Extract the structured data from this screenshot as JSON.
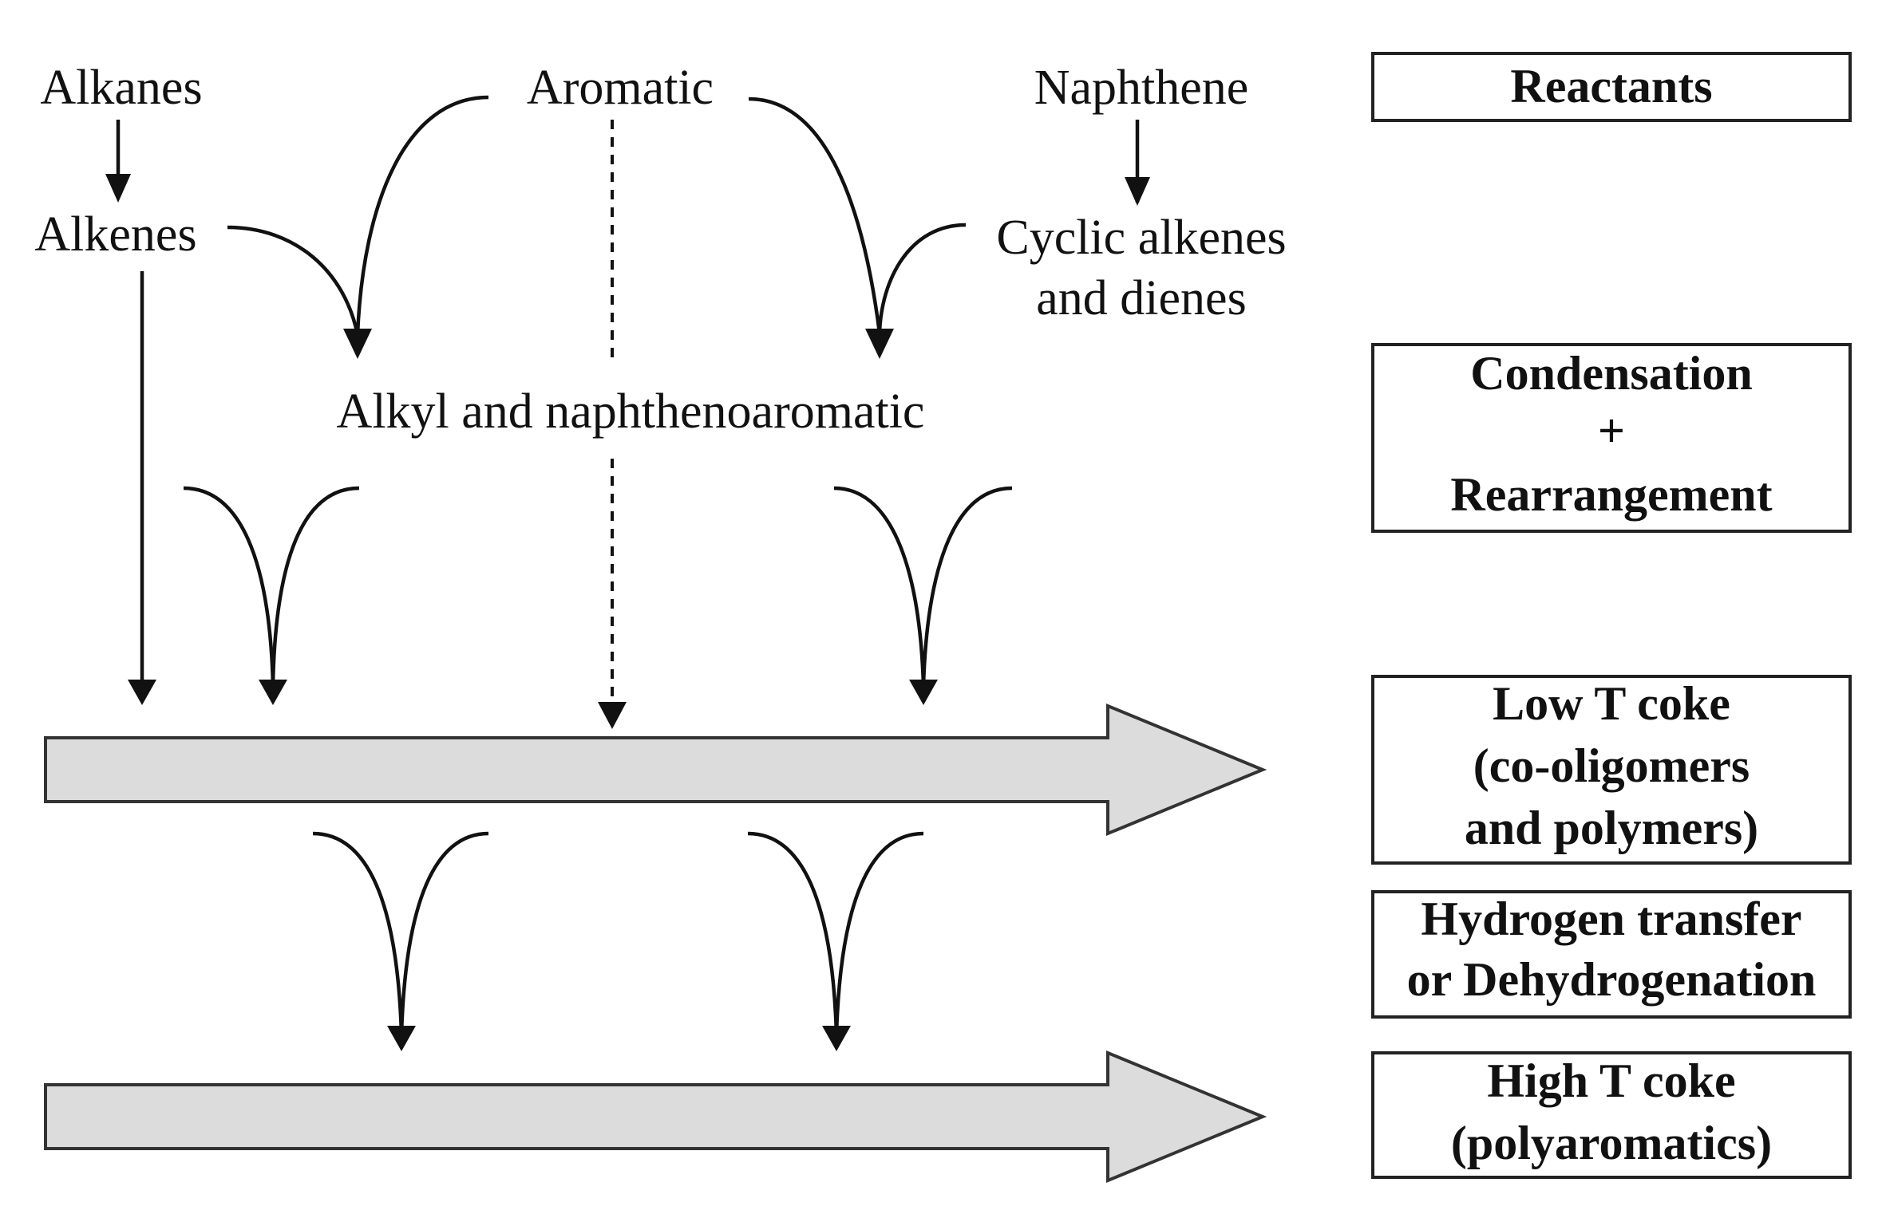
{
  "reactants": {
    "alkanes": "Alkanes",
    "aromatic": "Aromatic",
    "naphthene": "Naphthene",
    "alkenes": "Alkenes",
    "cyclic_line1": "Cyclic alkenes",
    "cyclic_line2": "and dienes",
    "alkyl": "Alkyl and naphthenoaromatic"
  },
  "stages": {
    "reactants": "Reactants",
    "condensation_line1": "Condensation",
    "condensation_line2": "+",
    "condensation_line3": "Rearrangement",
    "low_t_line1": "Low T coke",
    "low_t_line2": "(co-oligomers",
    "low_t_line3": "and polymers)",
    "hydrogen_line1": "Hydrogen transfer",
    "hydrogen_line2": "or Dehydrogenation",
    "high_t_line1": "High T coke",
    "high_t_line2": "(polyaromatics)"
  },
  "colors": {
    "arrow_fill": "#dcdcdc",
    "ink": "#111111"
  }
}
